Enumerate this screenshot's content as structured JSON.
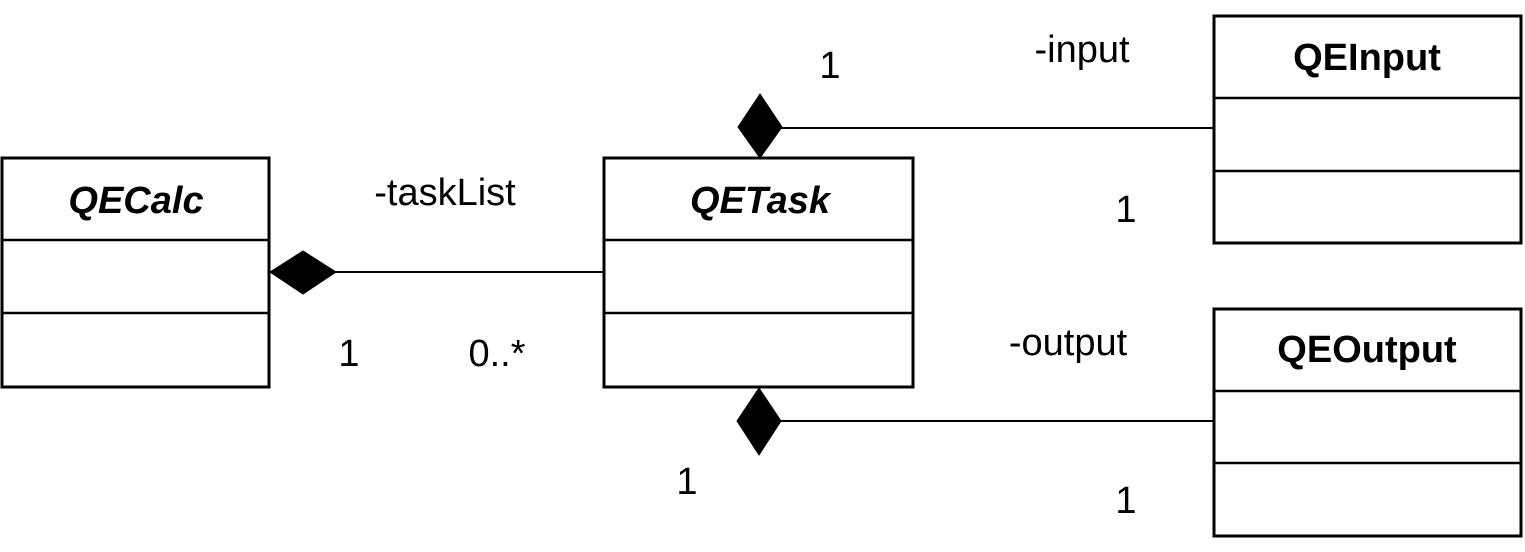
{
  "classes": {
    "qecalc": {
      "name": "QECalc",
      "abstract": true
    },
    "qetask": {
      "name": "QETask",
      "abstract": true
    },
    "qeinput": {
      "name": "QEInput",
      "abstract": false
    },
    "qeoutput": {
      "name": "QEOutput",
      "abstract": false
    }
  },
  "associations": {
    "task_list": {
      "role": "-taskList",
      "whole_multiplicity": "1",
      "part_multiplicity": "0..*",
      "kind": "composition"
    },
    "input": {
      "role": "-input",
      "whole_multiplicity": "1",
      "part_multiplicity": "1",
      "kind": "composition"
    },
    "output": {
      "role": "-output",
      "whole_multiplicity": "1",
      "part_multiplicity": "1",
      "kind": "composition"
    }
  },
  "colors": {
    "line": "#000000",
    "background": "#ffffff"
  }
}
